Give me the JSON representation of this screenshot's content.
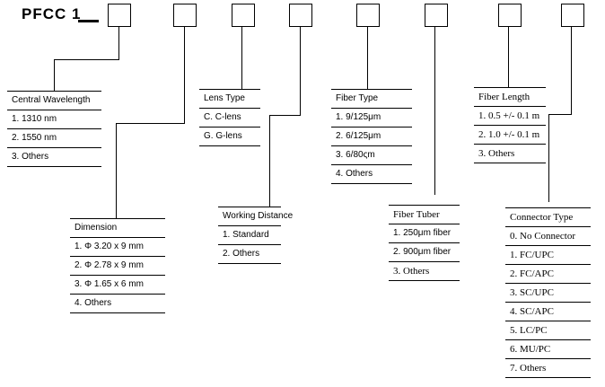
{
  "title": {
    "code": "PFCC 1"
  },
  "colors": {
    "line": "#000000",
    "text": "#000000",
    "background": "#ffffff"
  },
  "tables": {
    "central_wavelength": {
      "title": "Central Wavelength",
      "rows": [
        "1. 1310 nm",
        "2. 1550 nm",
        "3. Others"
      ]
    },
    "dimension": {
      "title": "Dimension",
      "rows": [
        "1. Φ 3.20 x 9 mm",
        "2. Φ 2.78 x 9 mm",
        "3. Φ 1.65 x 6 mm",
        "4. Others"
      ]
    },
    "lens_type": {
      "title": "Lens Type",
      "rows": [
        "C. C-lens",
        "G. G-lens"
      ]
    },
    "working_distance": {
      "title": "Working Distance",
      "rows": [
        "1. Standard",
        "2. Others"
      ]
    },
    "fiber_type": {
      "title": "Fiber Type",
      "rows": [
        "1. 9/125μm",
        "2. 6/125μm",
        "3. 6/80ςm",
        "4. Others"
      ]
    },
    "fiber_tuber": {
      "title": "Fiber Tuber",
      "rows": [
        "1. 250μm fiber",
        "2. 900μm fiber",
        "3. Others"
      ]
    },
    "fiber_length": {
      "title": "Fiber Length",
      "rows": [
        "1. 0.5 +/- 0.1 m",
        "2. 1.0 +/- 0.1 m",
        "3. Others"
      ]
    },
    "connector_type": {
      "title": "Connector Type",
      "rows": [
        "0. No Connector",
        "1. FC/UPC",
        "2. FC/APC",
        "3. SC/UPC",
        "4. SC/APC",
        "5. LC/PC",
        "6. MU/PC",
        "7. Others"
      ]
    }
  }
}
